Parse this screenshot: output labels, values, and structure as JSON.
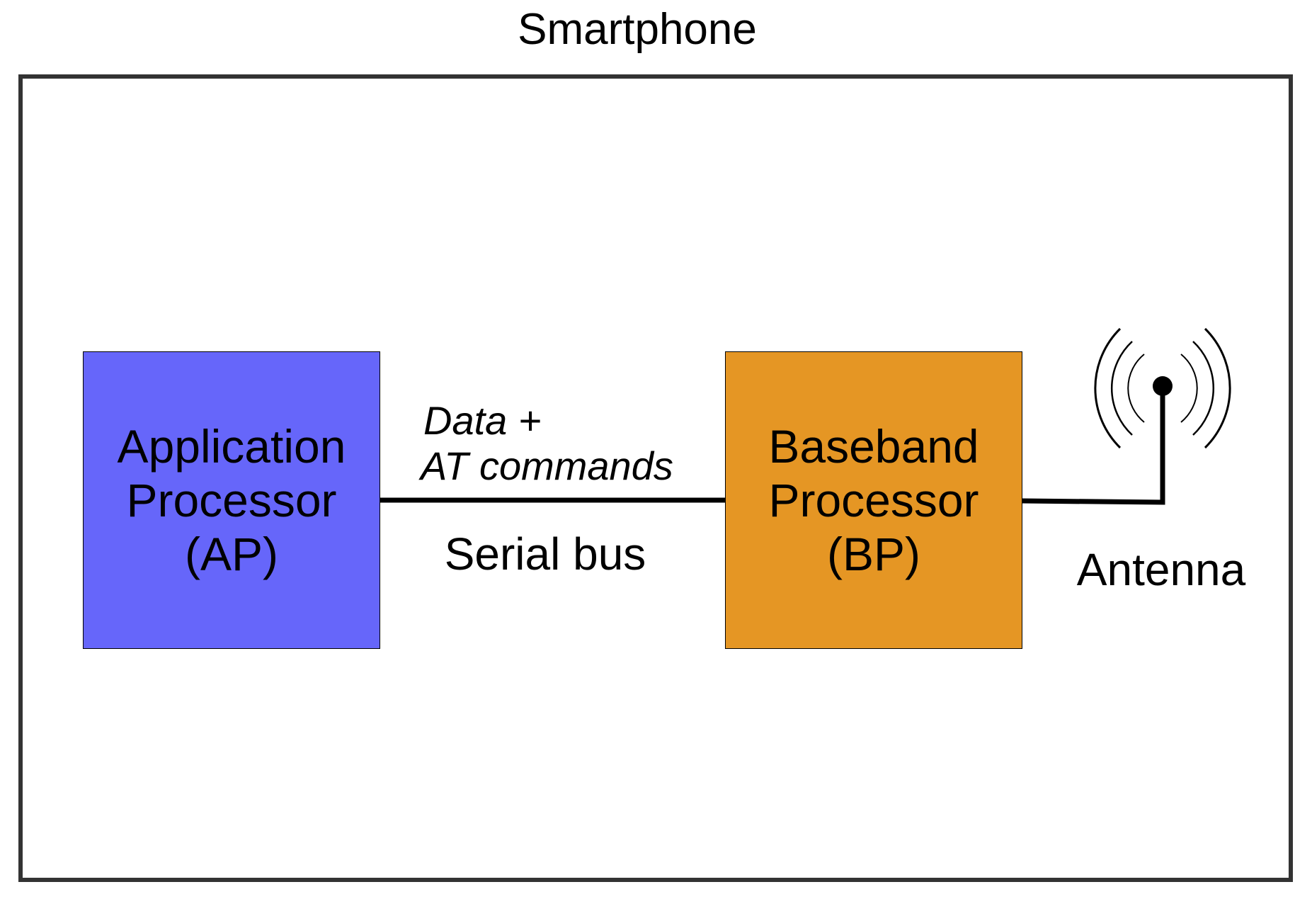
{
  "title": "Smartphone",
  "colors": {
    "ap_fill": "#6666fa",
    "bp_fill": "#e59624",
    "frame": "#333333",
    "wire": "#000000"
  },
  "application_processor": {
    "lines": [
      "Application",
      "Processor",
      "(AP)"
    ]
  },
  "baseband_processor": {
    "lines": [
      "Baseband",
      "Processor",
      "(BP)"
    ]
  },
  "serial_link": {
    "payload_lines": [
      "Data +",
      "AT commands"
    ],
    "label": "Serial bus"
  },
  "antenna": {
    "icon": "antenna-icon",
    "label": "Antenna"
  }
}
